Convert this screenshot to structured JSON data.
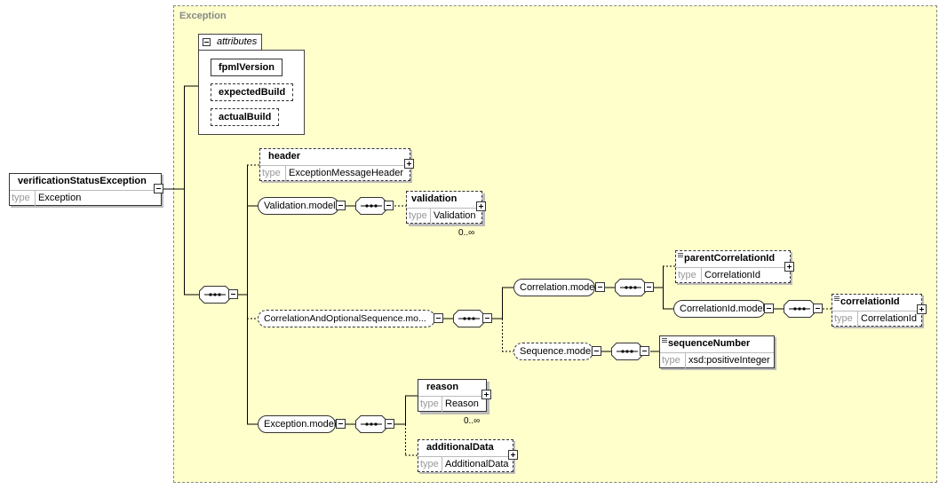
{
  "root": {
    "name": "verificationStatusException",
    "type_label": "type",
    "type_value": "Exception"
  },
  "complex_type": {
    "title": "Exception"
  },
  "attributes": {
    "tab_label": "attributes",
    "items": [
      "fpmlVersion",
      "expectedBuild",
      "actualBuild"
    ]
  },
  "elements": {
    "header": {
      "name": "header",
      "type_label": "type",
      "type_value": "ExceptionMessageHeader"
    },
    "validation": {
      "name": "validation",
      "type_label": "type",
      "type_value": "Validation",
      "cardinality": "0..∞"
    },
    "parentCorrelationId": {
      "name": "parentCorrelationId",
      "type_label": "type",
      "type_value": "CorrelationId"
    },
    "correlationId": {
      "name": "correlationId",
      "type_label": "type",
      "type_value": "CorrelationId"
    },
    "sequenceNumber": {
      "name": "sequenceNumber",
      "type_label": "type",
      "type_value": "xsd:positiveInteger"
    },
    "reason": {
      "name": "reason",
      "type_label": "type",
      "type_value": "Reason",
      "cardinality": "0..∞"
    },
    "additionalData": {
      "name": "additionalData",
      "type_label": "type",
      "type_value": "AdditionalData"
    }
  },
  "groups": {
    "validation_model": "Validation.model",
    "correlation_seq_model": "CorrelationAndOptionalSequence.mo...",
    "correlation_model": "Correlation.model",
    "correlationid_model": "CorrelationId.model",
    "sequence_model": "Sequence.model",
    "exception_model": "Exception.model"
  }
}
